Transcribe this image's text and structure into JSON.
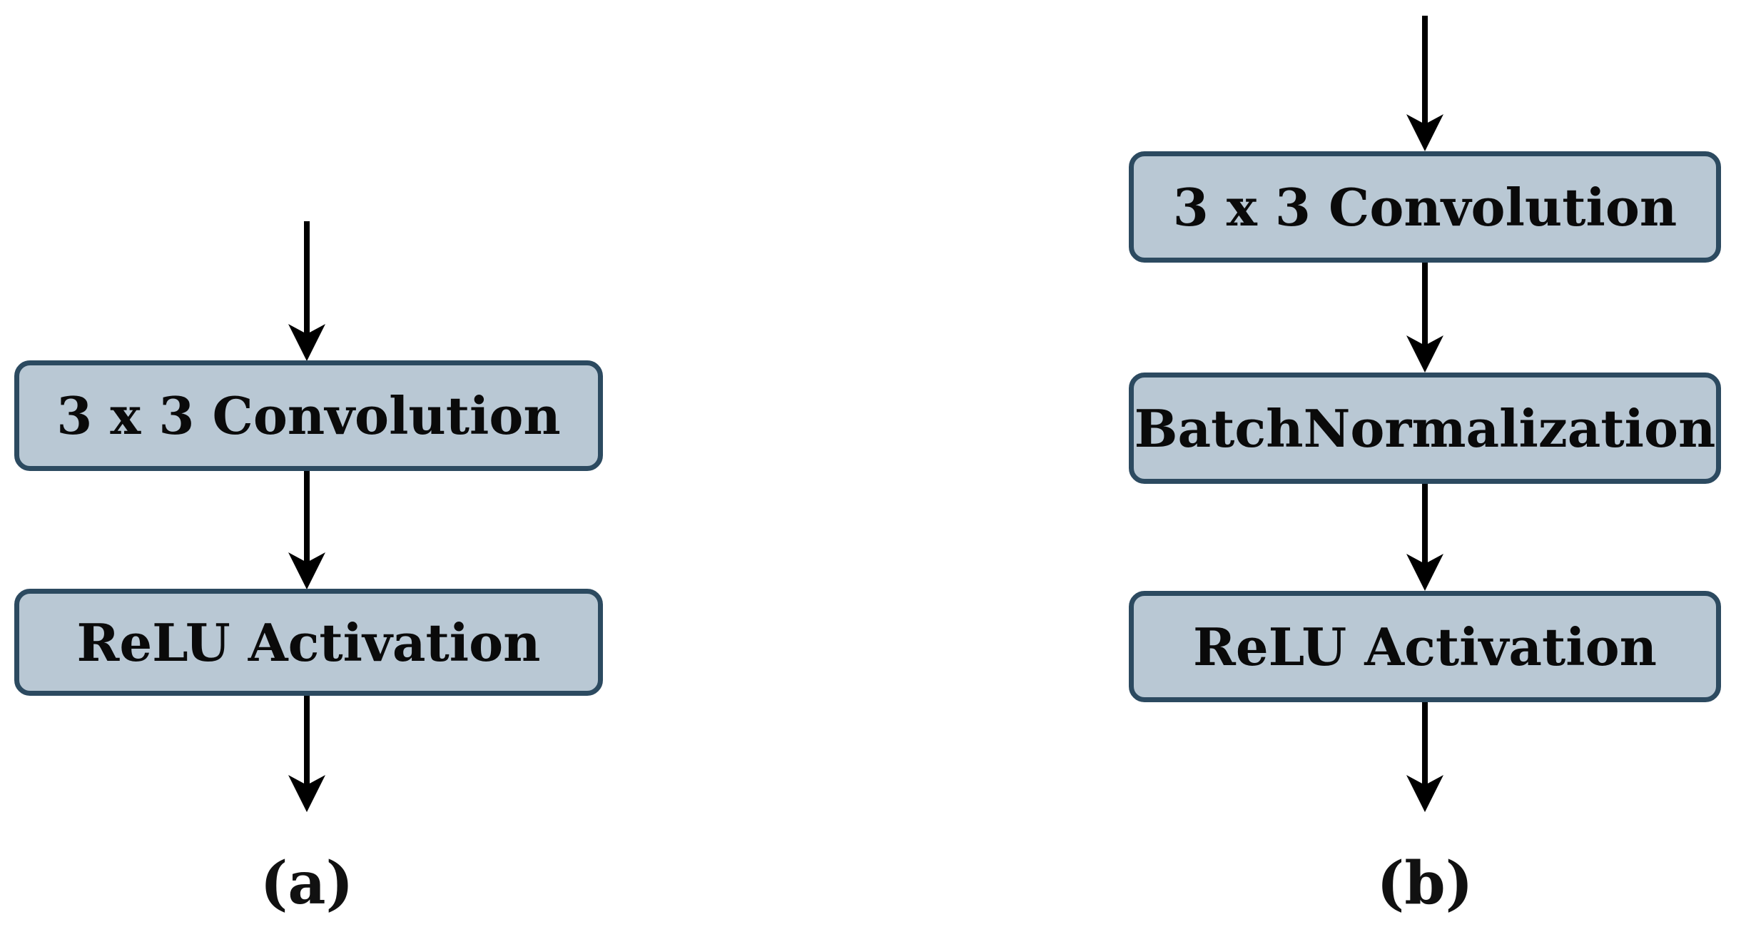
{
  "figure": {
    "background_color": "#ffffff",
    "node_fill_color": "#b9c8d4",
    "node_border_color": "#2c4a60",
    "node_text_color": "#0a0a0a",
    "arrow_color": "#000000"
  },
  "diagram_a": {
    "caption": "(a)",
    "nodes": [
      {
        "label": "3 x 3 Convolution"
      },
      {
        "label": "ReLU Activation"
      }
    ]
  },
  "diagram_b": {
    "caption": "(b)",
    "nodes": [
      {
        "label": "3 x 3 Convolution"
      },
      {
        "label": "BatchNormalization"
      },
      {
        "label": "ReLU Activation"
      }
    ]
  }
}
